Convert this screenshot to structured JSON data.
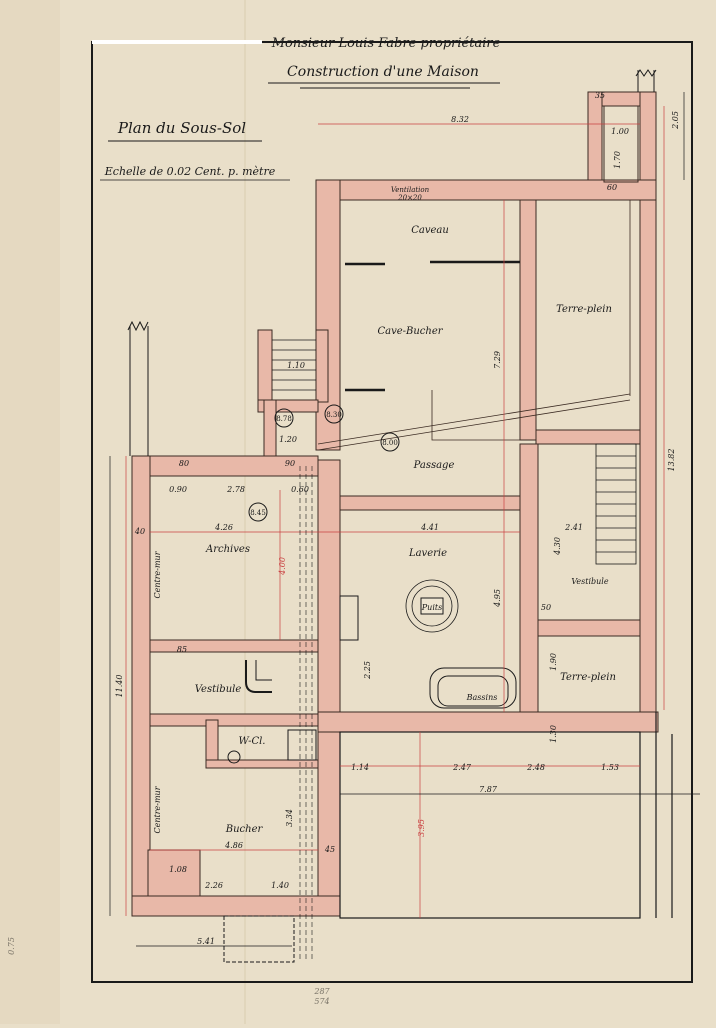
{
  "header": {
    "owner": "Monsieur Louis Fabre propriétaire",
    "project": "Construction d'une Maison"
  },
  "plan": {
    "title": "Plan du Sous-Sol",
    "scale": "Echelle de 0.02 Cent. p. mètre"
  },
  "rooms": {
    "caveau": "Caveau",
    "cave_bucher": "Cave-Bucher",
    "terre_plein_top": "Terre-plein",
    "passage": "Passage",
    "archives": "Archives",
    "laverie": "Laverie",
    "puits": "Puits",
    "vestibule_right": "Vestibule",
    "terre_plein_bottom": "Terre-plein",
    "vestibule_left": "Vestibule",
    "wc": "W-Cl.",
    "bassins": "Bassins",
    "bucher": "Bucher",
    "centre_mur_1": "Centre-mur",
    "centre_mur_2": "Centre-mur",
    "ventilation": "Ventilation",
    "ventilation_size": "20×20"
  },
  "dimensions": {
    "d832": "8.32",
    "d729": "7.29",
    "d1382": "13.82",
    "d495": "4.95",
    "d441": "4.41",
    "d241": "2.41",
    "d426": "4.26",
    "d278": "2.78",
    "d486": "4.86",
    "d787": "7.87",
    "d541": "5.41",
    "d114": "1.14",
    "d247": "2.47",
    "d248": "2.48",
    "d153": "1.53",
    "d226": "2.26",
    "d140": "1.40",
    "d334": "3.34",
    "d430": "4.30",
    "d225": "2.25",
    "d205": "2.05",
    "d100": "1.00",
    "d35": "35",
    "d60": "60",
    "d40": "40",
    "d45": "45",
    "d85": "85",
    "d80": "80",
    "d90": "90",
    "d50": "50",
    "d110": "1.10",
    "d170": "1.70",
    "d190": "1.90",
    "d130": "1.30",
    "d120": "1.20",
    "d108": "1.08",
    "d090": "0.90",
    "d060": "0.60",
    "d400": "4.00",
    "d395": "3.95",
    "d1140": "11.40"
  },
  "circle_labels": {
    "c1": "8.78",
    "c2": "8.30",
    "c3": "8.00",
    "c4": "8.45"
  },
  "notes": {
    "pencil_bottom": "287",
    "pencil_bottom2": "574",
    "pencil_margin": "0.75"
  }
}
